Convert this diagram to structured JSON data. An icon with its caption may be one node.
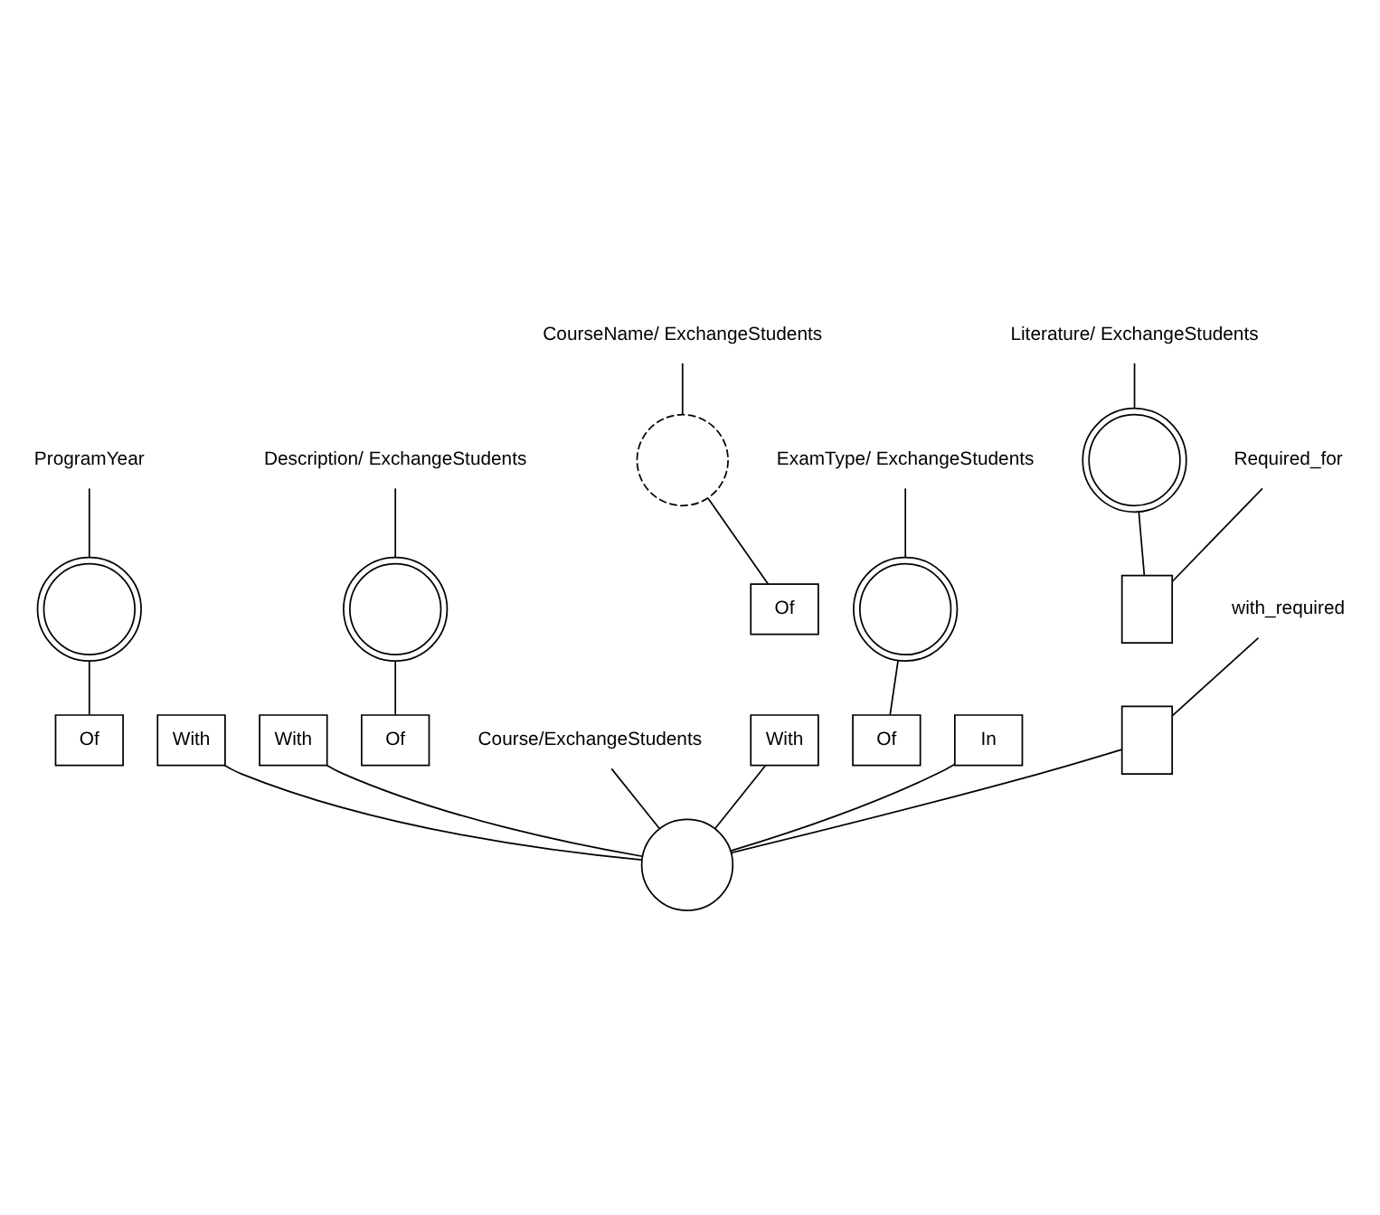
{
  "diagram": {
    "nodes": [
      {
        "text": [
          "Literature/ ExchangeStudents"
        ]
      },
      {
        "text": [],
        "shape": "circle"
      },
      {
        "text": [
          "CourseName/ ExchangeStudents"
        ]
      },
      {
        "text": [],
        "shape": "circle"
      },
      {
        "text": [
          "Required_for"
        ]
      },
      {
        "text": [],
        "shape": "box"
      },
      {
        "text": [
          "ProgramYear"
        ]
      },
      {
        "text": [],
        "shape": "circle"
      },
      {
        "text": [
          "with_required"
        ]
      },
      {
        "text": [],
        "shape": "box"
      },
      {
        "text": [
          "Of"
        ]
      },
      {
        "text": [
          "In"
        ]
      },
      {
        "text": [
          "Of"
        ]
      },
      {
        "text": [
          "With"
        ]
      },
      {
        "text": [
          "Description/ ExchangeStudents"
        ]
      },
      {
        "text": [],
        "shape": "circle"
      },
      {
        "text": [
          "Of"
        ]
      },
      {
        "text": [
          "With"
        ]
      },
      {
        "text": [],
        "shape": "circle"
      },
      {
        "text": [],
        "shape": "circle"
      },
      {
        "text": [
          "Of"
        ]
      },
      {
        "text": [
          "With"
        ]
      },
      {
        "text": [
          "Course/ExchangeStudents"
        ]
      },
      {
        "text": [
          "ExamType/ ExchangeStudents"
        ]
      }
    ],
    "edges": [
      {
        "from": 0,
        "to": 1,
        "arrow": "none"
      },
      {
        "from": 2,
        "to": 3,
        "arrow": "none"
      },
      {
        "from": 4,
        "to": 5,
        "arrow": "none"
      },
      {
        "from": 8,
        "to": 9,
        "arrow": "none"
      },
      {
        "from": 6,
        "to": 7,
        "arrow": "none"
      },
      {
        "from": 1,
        "to": 5,
        "arrow": "none"
      },
      {
        "from": 9,
        "to": 18,
        "arrow": "none"
      },
      {
        "from": 3,
        "to": 12,
        "arrow": "none"
      },
      {
        "from": 13,
        "to": 18,
        "arrow": "none"
      },
      {
        "from": 7,
        "to": 10,
        "arrow": "none"
      },
      {
        "from": 11,
        "to": 18,
        "arrow": "none"
      },
      {
        "from": 14,
        "to": 15,
        "arrow": "none"
      },
      {
        "from": 15,
        "to": 16,
        "arrow": "none"
      },
      {
        "from": 17,
        "to": 18,
        "arrow": "none"
      },
      {
        "from": 19,
        "to": 20,
        "arrow": "none"
      },
      {
        "from": 21,
        "to": 18,
        "arrow": "none"
      },
      {
        "from": 22,
        "to": 18,
        "arrow": "none"
      },
      {
        "from": 23,
        "to": 19,
        "arrow": "none"
      }
    ]
  }
}
